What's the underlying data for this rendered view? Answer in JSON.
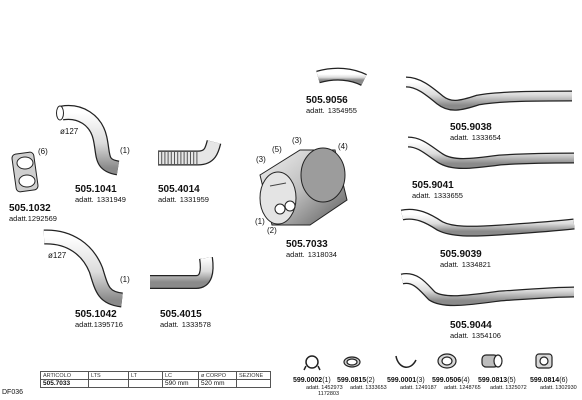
{
  "parts": [
    {
      "code": "505.1032",
      "adatt_label": "adatt.",
      "adatt_num": "1292569",
      "callouts": [
        "(6)"
      ]
    },
    {
      "code": "505.1041",
      "adatt_label": "adatt.",
      "adatt_num": "1331949",
      "callouts": [
        "ø127",
        "(1)"
      ]
    },
    {
      "code": "505.4014",
      "adatt_label": "adatt.",
      "adatt_num": "1331959"
    },
    {
      "code": "505.1042",
      "adatt_label": "adatt.",
      "adatt_num": "1395716",
      "callouts": [
        "ø127",
        "(1)"
      ]
    },
    {
      "code": "505.4015",
      "adatt_label": "adatt.",
      "adatt_num": "1333578"
    },
    {
      "code": "505.9056",
      "adatt_label": "adatt.",
      "adatt_num": "1354955"
    },
    {
      "code": "505.7033",
      "adatt_label": "adatt.",
      "adatt_num": "1318034",
      "callouts": [
        "(3)",
        "(5)",
        "(3)",
        "(4)",
        "(1)",
        "(2)"
      ]
    },
    {
      "code": "505.9038",
      "adatt_label": "adatt.",
      "adatt_num": "1333654"
    },
    {
      "code": "505.9041",
      "adatt_label": "adatt.",
      "adatt_num": "1333655"
    },
    {
      "code": "505.9039",
      "adatt_label": "adatt.",
      "adatt_num": "1334821"
    },
    {
      "code": "505.9044",
      "adatt_label": "adatt.",
      "adatt_num": "1354106"
    }
  ],
  "small_parts": [
    {
      "code": "599.0002",
      "qty": "(1)",
      "adatt_label": "adatt.",
      "adatt_nums": [
        "1452973",
        "1172803"
      ],
      "icon": "pipe-clamp-icon"
    },
    {
      "code": "599.0815",
      "qty": "(2)",
      "adatt_label": "adatt.",
      "adatt_nums": [
        "1333653"
      ],
      "icon": "hose-clamp-icon"
    },
    {
      "code": "599.0001",
      "qty": "(3)",
      "adatt_label": "adatt.",
      "adatt_nums": [
        "1249187"
      ],
      "icon": "strap-icon"
    },
    {
      "code": "599.0506",
      "qty": "(4)",
      "adatt_label": "adatt.",
      "adatt_nums": [
        "1248765"
      ],
      "icon": "gasket-icon"
    },
    {
      "code": "599.0813",
      "qty": "(5)",
      "adatt_label": "adatt.",
      "adatt_nums": [
        "1325072"
      ],
      "icon": "sleeve-icon"
    },
    {
      "code": "599.0814",
      "qty": "(6)",
      "adatt_label": "adatt.",
      "adatt_nums": [
        "1302930"
      ],
      "icon": "flange-gasket-icon"
    }
  ],
  "spec_table": {
    "headers": [
      "ARTICOLO",
      "LTS",
      "LT",
      "LC",
      "ø CORPO",
      "SEZIONE"
    ],
    "row": [
      "505.7033",
      "",
      "",
      "590 mm",
      "520 mm",
      ""
    ]
  },
  "footer": "DF036"
}
